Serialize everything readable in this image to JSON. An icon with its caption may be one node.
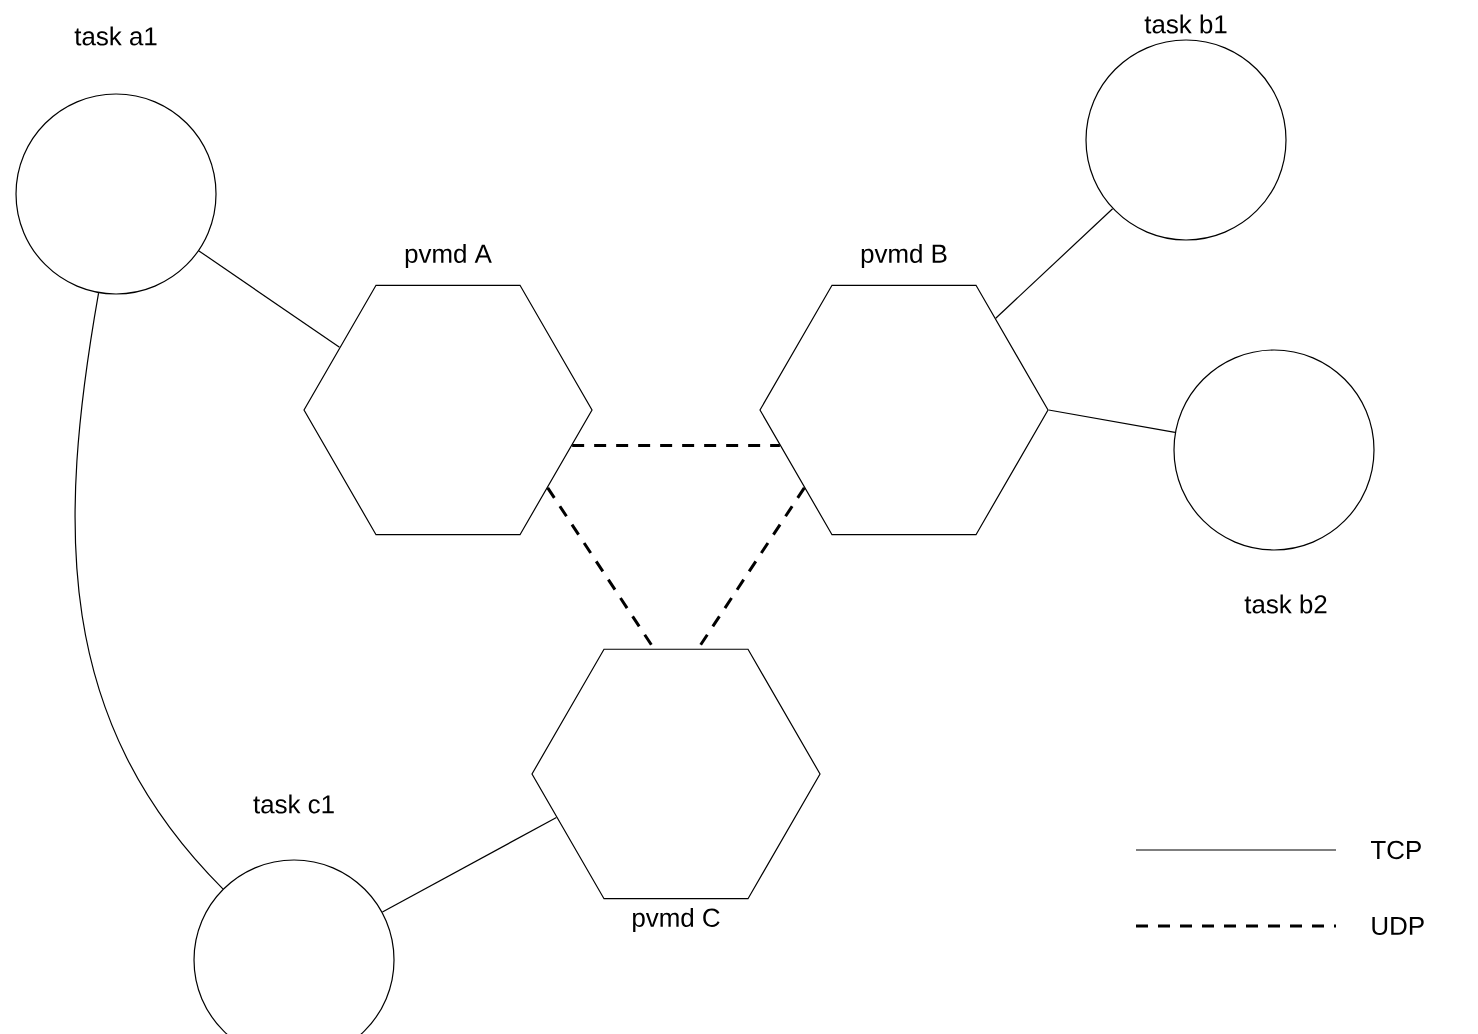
{
  "diagram": {
    "nodes": [
      {
        "text": [
          "task a1"
        ]
      },
      {
        "text": [
          "pvmd A"
        ]
      },
      {
        "text": [
          "pvmd B"
        ]
      },
      {
        "text": [
          "task b1"
        ]
      },
      {
        "text": [
          "task b2"
        ]
      },
      {
        "text": [
          "pvmd C"
        ]
      },
      {
        "text": [
          "task c1"
        ]
      }
    ],
    "edges": [
      {
        "from": 0,
        "to": 1,
        "arrow": "none"
      },
      {
        "from": 0,
        "to": 6,
        "arrow": "none"
      },
      {
        "from": 2,
        "to": 3,
        "arrow": "none"
      },
      {
        "from": 2,
        "to": 4,
        "arrow": "none"
      },
      {
        "from": 6,
        "to": 5,
        "arrow": "none"
      },
      {
        "from": 1,
        "to": 2,
        "arrow": "none",
        "style": "dashed"
      },
      {
        "from": 1,
        "to": 5,
        "arrow": "none",
        "style": "dashed"
      },
      {
        "from": 2,
        "to": 5,
        "arrow": "none",
        "style": "dashed"
      }
    ],
    "legend": [
      {
        "text": "TCP"
      },
      {
        "text": "UDP"
      }
    ]
  }
}
